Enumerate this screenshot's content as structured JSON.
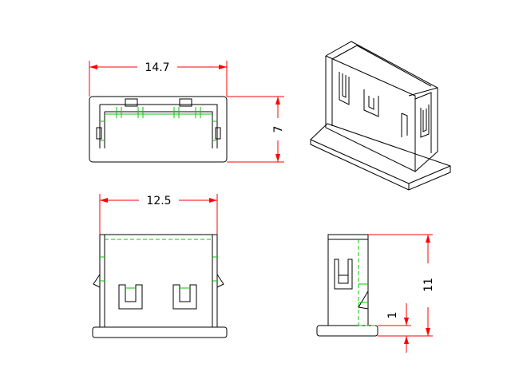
{
  "drawing": {
    "colors": {
      "object_line": "#000000",
      "hidden_line": "#00c800",
      "dimension_line": "#ff0000",
      "background": "#ffffff"
    },
    "dimensions": {
      "top_width": "14.7",
      "top_height": "7",
      "front_width": "12.5",
      "side_height": "11",
      "side_flange": "1"
    }
  }
}
